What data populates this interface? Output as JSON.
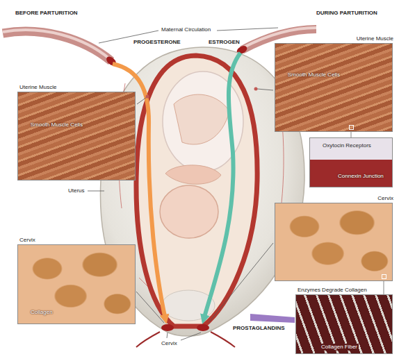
{
  "diagram": {
    "nodes": [
      {
        "text": [
          "Uterine Muscle",
          "Smooth Muscle Cells"
        ]
      },
      {
        "text": [
          "Uterine Muscle",
          "Smooth Muscle Cells"
        ]
      },
      {
        "text": [
          "Oxytocin Receptors",
          "Connexin Junction"
        ]
      },
      {
        "text": [
          "Cervix"
        ]
      },
      {
        "text": [
          "Cervix",
          "Collagen"
        ]
      },
      {
        "text": [
          "Enzymes Degrade Collagen",
          "Collagen Fiber"
        ]
      }
    ],
    "edges": [
      {
        "from": 0,
        "to": 2,
        "arrow": "none"
      },
      {
        "from": 3,
        "to": 5,
        "arrow": "none"
      }
    ],
    "labels": [
      "BEFORE PARTURITION",
      "DURING PARTURITION",
      "Maternal Circulation",
      "PROGESTERONE",
      "ESTROGEN",
      "Uterus",
      "PROSTAGLANDINS",
      "Cervix"
    ]
  }
}
